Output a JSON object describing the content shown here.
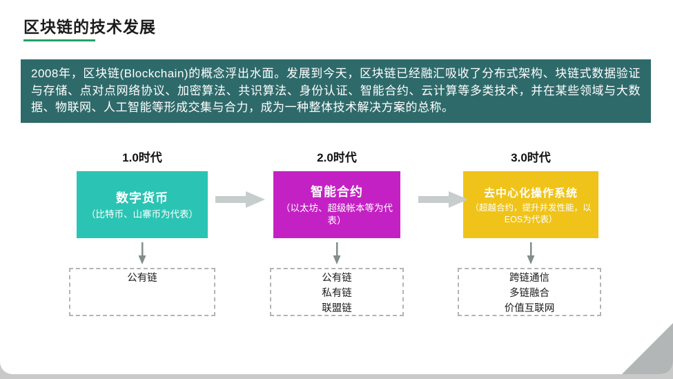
{
  "slide": {
    "title": "区块链的技术发展",
    "intro": "2008年，区块链(Blockchain)的概念浮出水面。发展到今天，区块链已经融汇吸收了分布式架构、块链式数据验证与存储、点对点网络协议、加密算法、共识算法、身份认证、智能合约、云计算等多类技术，并在某些领域与大数据、物联网、人工智能等形成交集与合力，成为一种整体技术解决方案的总称。",
    "eras": [
      {
        "label": "1.0时代",
        "box_title": "数字货币",
        "box_subtitle": "（比特币、山寨币为代表）",
        "box_color": "#2bc4b4",
        "chains": [
          "公有链"
        ]
      },
      {
        "label": "2.0时代",
        "box_title": "智能合约",
        "box_subtitle": "（以太坊、超级帐本等为代表）",
        "box_color": "#c421c4",
        "chains": [
          "公有链",
          "私有链",
          "联盟链"
        ]
      },
      {
        "label": "3.0时代",
        "box_title": "去中心化操作系统",
        "box_subtitle": "（超越合约，提升并发性能，以EOS为代表）",
        "box_color": "#efc319",
        "chains": [
          "跨链通信",
          "多链融合",
          "价值互联网"
        ]
      }
    ],
    "colors": {
      "title_accent": "#21a366",
      "intro_background": "#2f6a6b",
      "right_arrow": "#c7cccc",
      "down_arrow": "#848c8c",
      "box_text": "#ffffff",
      "chain_text": "#1a1a1a",
      "corner_fold": "#b2b6b6"
    }
  }
}
